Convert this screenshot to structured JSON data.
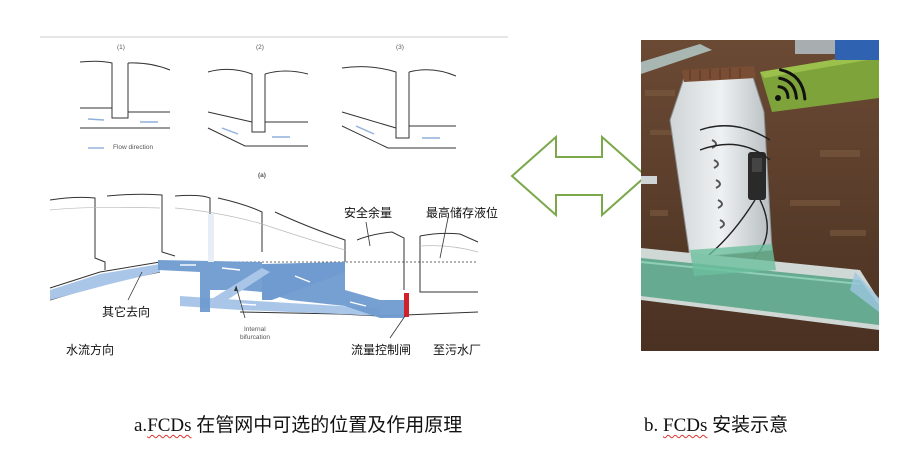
{
  "diagram_a": {
    "panel_labels": [
      "(1)",
      "(2)",
      "(3)"
    ],
    "flow_direction": "Flow direction",
    "sub_label": "(a)",
    "safety_margin": "安全余量",
    "max_storage_level": "最高储存液位",
    "other_direction": "其它去向",
    "internal_bifurcation_1": "Internal",
    "internal_bifurcation_2": "bifurcation",
    "water_flow_direction": "水流方向",
    "flow_control_gate": "流量控制闸",
    "to_sewage_plant": "至污水厂"
  },
  "captions": {
    "a_prefix": "a.",
    "a_squiggle": "FCDs",
    "a_rest": " 在管网中可选的位置及作用原理",
    "b_prefix": "b. ",
    "b_squiggle": "FCDs",
    "b_rest": " 安装示意"
  },
  "colors": {
    "water_blue": "#6f9bd0",
    "light_blue": "#a9c6e8",
    "arrow_green": "#7aa84a",
    "gate_red": "#d0202a"
  }
}
